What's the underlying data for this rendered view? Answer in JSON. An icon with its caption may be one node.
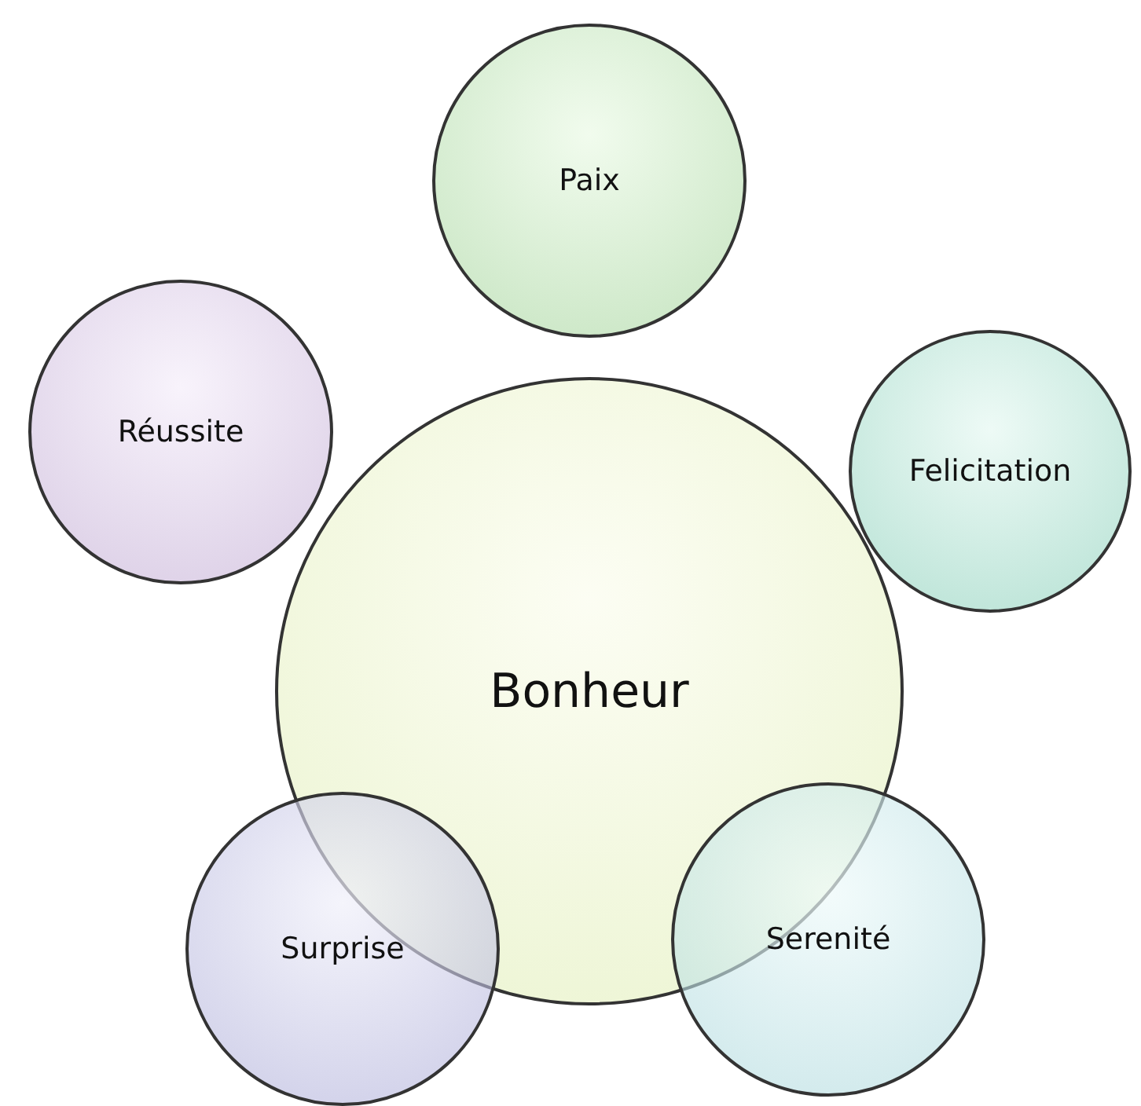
{
  "diagram": {
    "nodes": [
      {
        "text": [
          "Paix"
        ]
      },
      {
        "text": [
          "Réussite"
        ]
      },
      {
        "text": [
          "Felicitation"
        ]
      },
      {
        "text": [
          "Bonheur"
        ]
      },
      {
        "text": [
          "Surprise"
        ]
      },
      {
        "text": [
          "Serenité"
        ]
      }
    ]
  }
}
